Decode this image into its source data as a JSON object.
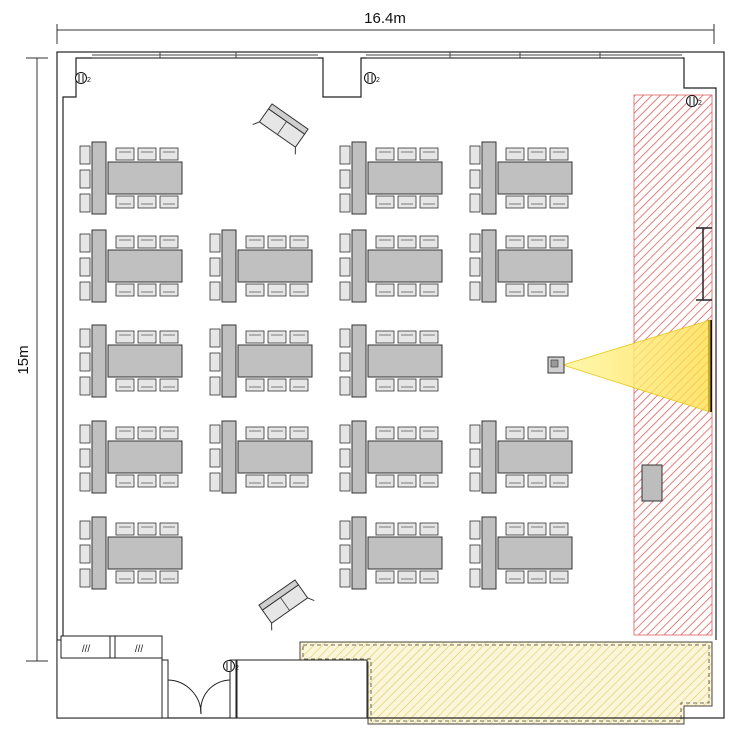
{
  "dimensions": {
    "width_label": "16.4m",
    "height_label": "15m"
  },
  "outlet_marker": "2",
  "colors": {
    "table_fill": "#c0c0c0",
    "stage_hatch": "#e06060",
    "projection": "#ffee66",
    "storage_hatch": "#e8d890",
    "storage_fill": "#fbf6d8"
  },
  "icons": [
    "outlet-icon",
    "projector-icon",
    "screen-icon",
    "door-icon",
    "window-icon"
  ]
}
